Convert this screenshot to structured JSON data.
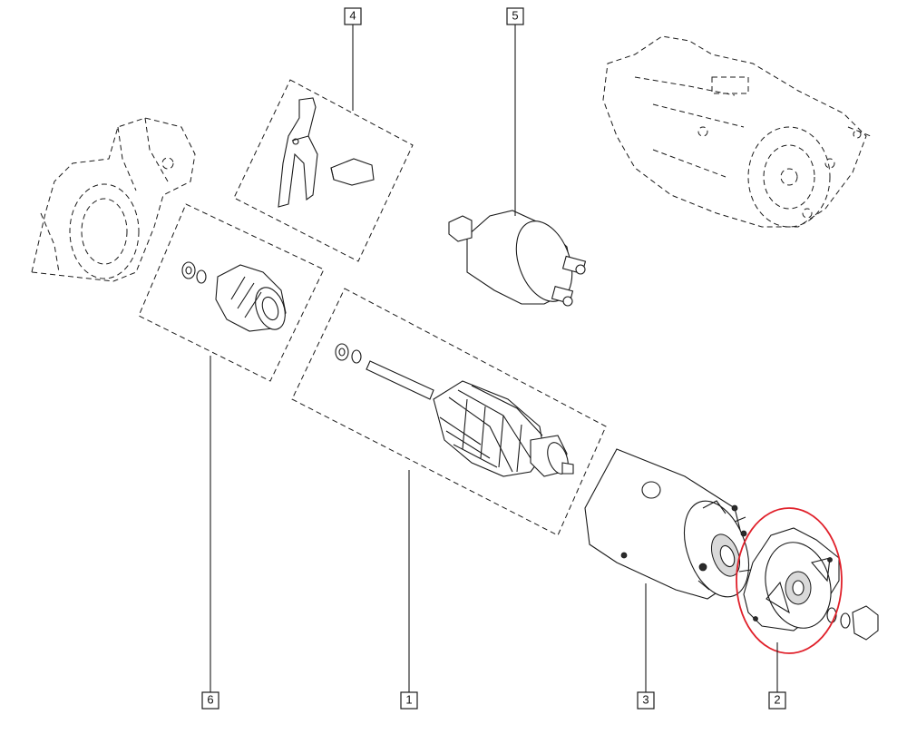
{
  "callouts": [
    {
      "id": "1",
      "label": "1"
    },
    {
      "id": "2",
      "label": "2"
    },
    {
      "id": "3",
      "label": "3"
    },
    {
      "id": "4",
      "label": "4"
    },
    {
      "id": "5",
      "label": "5"
    },
    {
      "id": "6",
      "label": "6"
    }
  ],
  "highlight": {
    "target": "2",
    "color": "#e0202a"
  }
}
